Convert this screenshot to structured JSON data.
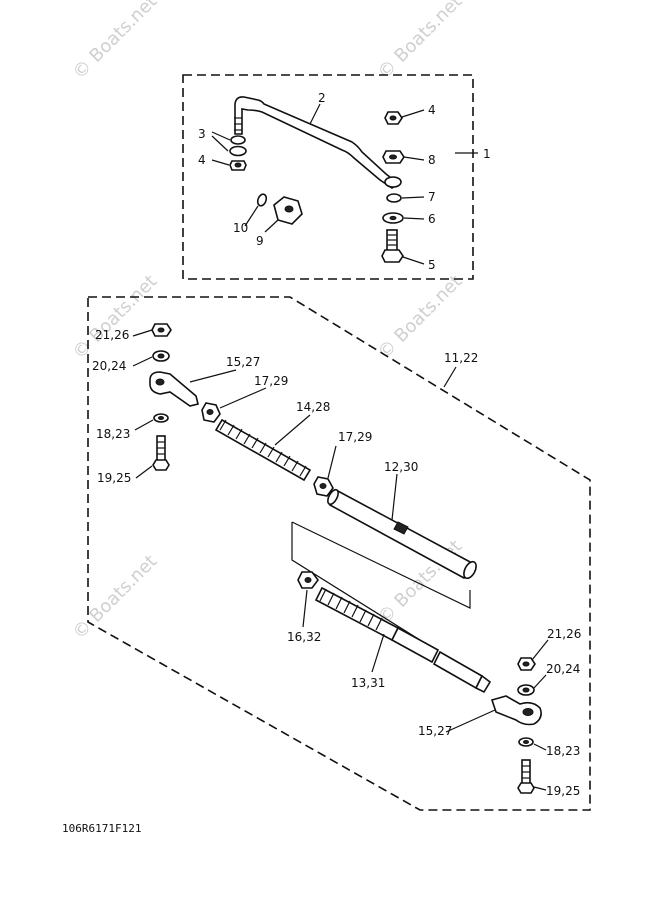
{
  "watermark": "© Boats.net",
  "drawing_code": "106R6171F121",
  "callouts": {
    "c1": "1",
    "c2": "2",
    "c3": "3",
    "c4a": "4",
    "c4b": "4",
    "c5": "5",
    "c6": "6",
    "c7": "7",
    "c8": "8",
    "c9": "9",
    "c10": "10",
    "c11_22": "11,22",
    "c12_30": "12,30",
    "c13_31": "13,31",
    "c14_28": "14,28",
    "c15_27a": "15,27",
    "c15_27b": "15,27",
    "c16_32": "16,32",
    "c17_29a": "17,29",
    "c17_29b": "17,29",
    "c18_23a": "18,23",
    "c18_23b": "18,23",
    "c19_25a": "19,25",
    "c19_25b": "19,25",
    "c20_24a": "20,24",
    "c20_24b": "20,24",
    "c21_26a": "21,26",
    "c21_26b": "21,26"
  }
}
